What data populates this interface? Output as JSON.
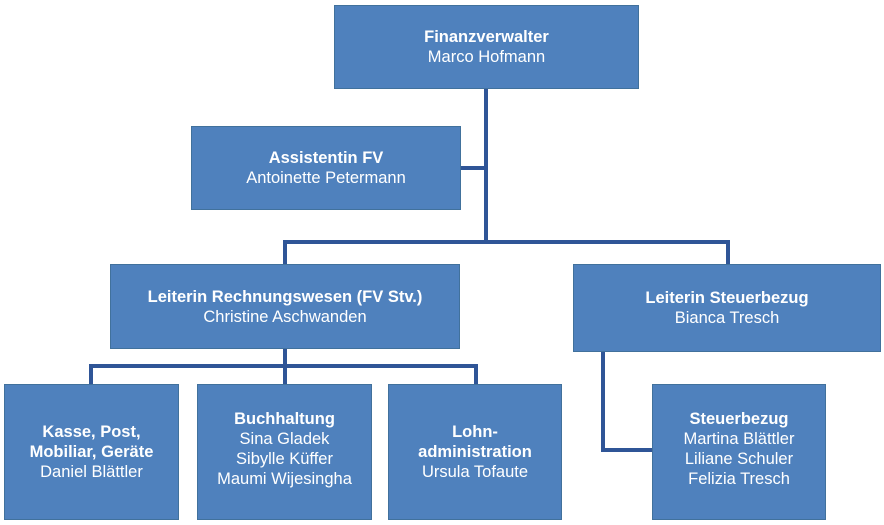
{
  "colors": {
    "box_fill": "#4f81bd",
    "line": "#2f5597"
  },
  "nodes": {
    "finanzverwalter": {
      "title": "Finanzverwalter",
      "names": [
        "Marco Hofmann"
      ]
    },
    "assistentin": {
      "title": "Assistentin FV",
      "names": [
        "Antoinette Petermann"
      ]
    },
    "rechnungswesen": {
      "title": "Leiterin Rechnungswesen (FV Stv.)",
      "names": [
        "Christine Aschwanden"
      ]
    },
    "steuerbezug_lead": {
      "title": "Leiterin Steuerbezug",
      "names": [
        "Bianca Tresch"
      ]
    },
    "kasse": {
      "title_lines": [
        "Kasse, Post,",
        "Mobiliar, Geräte"
      ],
      "names": [
        "Daniel Blättler"
      ]
    },
    "buchhaltung": {
      "title": "Buchhaltung",
      "names": [
        "Sina Gladek",
        "Sibylle Küffer",
        "Maumi Wijesingha"
      ]
    },
    "lohn": {
      "title_lines": [
        "Lohn-",
        "administration"
      ],
      "names": [
        "Ursula Tofaute"
      ]
    },
    "steuerbezug": {
      "title": "Steuerbezug",
      "names": [
        "Martina Blättler",
        "Liliane Schuler",
        "Felizia Tresch"
      ]
    }
  }
}
